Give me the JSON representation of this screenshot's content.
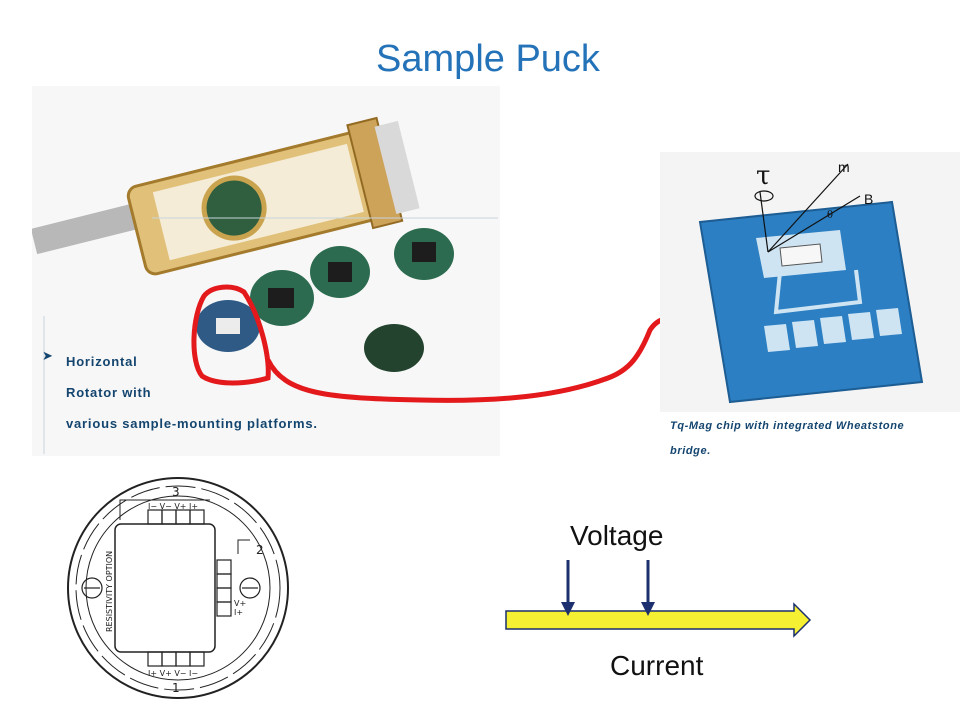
{
  "slide": {
    "title": "Sample Puck"
  },
  "rotator_photo": {
    "caption_lines": [
      "Horizontal",
      "Rotator with",
      "various sample-mounting platforms."
    ]
  },
  "chip_photo": {
    "caption_lines": [
      "Tq-Mag chip with integrated Wheatstone",
      "bridge."
    ],
    "diagram_labels": {
      "torque": "τ",
      "moment": "m",
      "field": "B",
      "angle": "θ"
    }
  },
  "puck_drawing": {
    "labels": {
      "top_number": "3",
      "top_pins": "I− V− V+ I+",
      "right_number": "2",
      "right_pins_a": "V+",
      "right_pins_b": "I+",
      "side_text": "RESISTIVITY OPTION",
      "bottom_pins": "I+ V+ V− I−",
      "bottom_number": "1"
    }
  },
  "measurement_schematic": {
    "voltage_label": "Voltage",
    "current_label": "Current"
  },
  "colors": {
    "title": "#2473b9",
    "annotation": "#e3191c",
    "current_bar": "#f5f032",
    "voltage_arrows": "#1c2f6e",
    "chip_blue": "#2b7fc2"
  }
}
